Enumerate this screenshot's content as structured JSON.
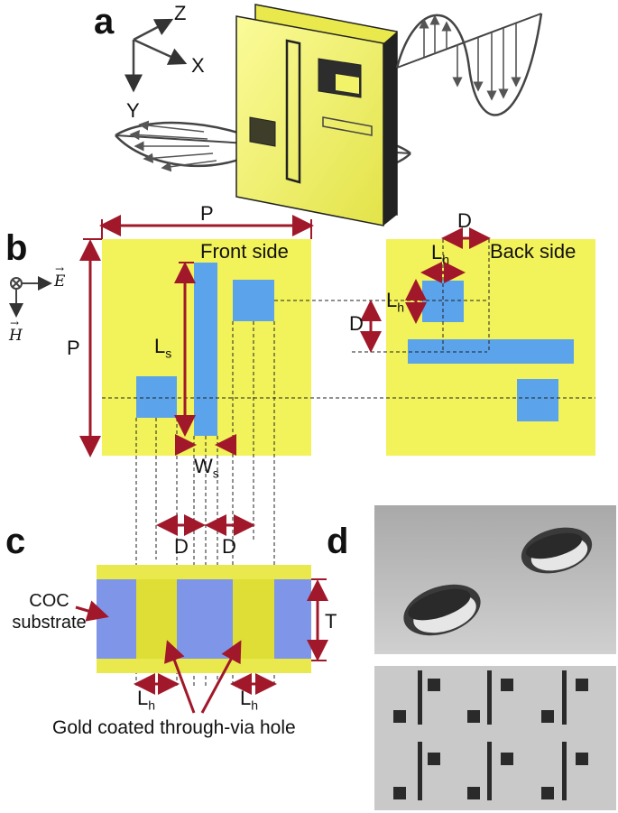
{
  "panels": {
    "a": "a",
    "b": "b",
    "c": "c",
    "d": "d"
  },
  "axes": {
    "z": "Z",
    "x": "X",
    "y": "Y"
  },
  "field_symbols": {
    "e": "E",
    "h": "H"
  },
  "panel_b": {
    "front_title": "Front side",
    "back_title": "Back side",
    "period": "P",
    "slot_length": "L",
    "slot_length_sub": "s",
    "slot_width": "W",
    "slot_width_sub": "s",
    "hole_size": "L",
    "hole_size_sub": "h",
    "offset": "D"
  },
  "panel_c": {
    "substrate_label_line1": "COC",
    "substrate_label_line2": "substrate",
    "thickness": "T",
    "offset_left": "D",
    "offset_right": "D",
    "hole_left": "L",
    "hole_left_sub": "h",
    "hole_right": "L",
    "hole_right_sub": "h",
    "via_caption": "Gold coated through-via hole"
  },
  "colors": {
    "gold": "#f2f25a",
    "gold_dark": "#d8d83a",
    "blue": "#5ba3ea",
    "dimension": "#a0182a",
    "dashed": "#222222",
    "sem_top": "#b9b9b9",
    "sem_bottom": "#c9c9c9"
  }
}
